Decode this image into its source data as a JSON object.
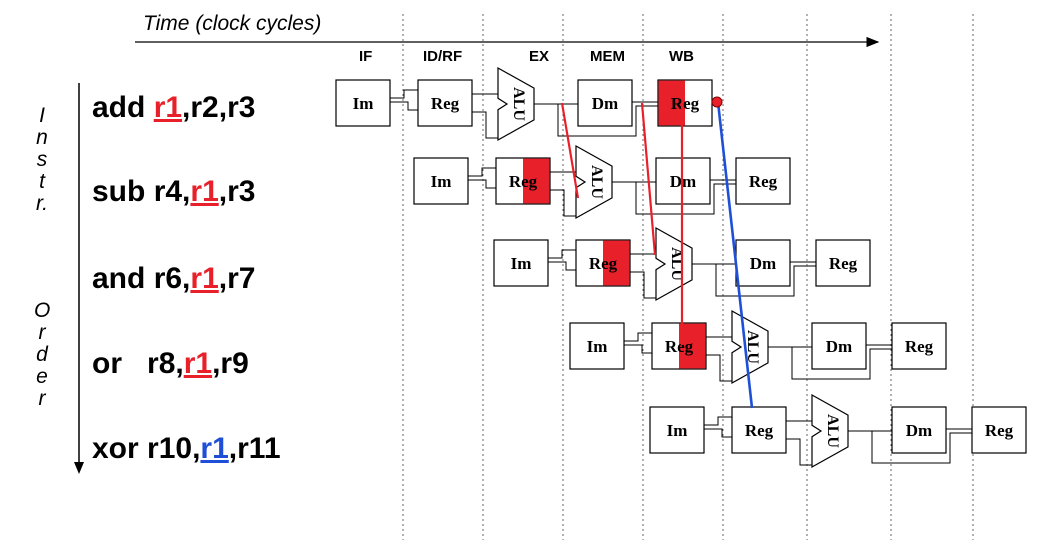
{
  "axis": {
    "time_label": "Time (clock cycles)"
  },
  "stage_labels": [
    "IF",
    "ID/RF",
    "EX",
    "MEM",
    "WB"
  ],
  "side_label": [
    "I",
    "n",
    "s",
    "t",
    "r.",
    "",
    "O",
    "r",
    "d",
    "e",
    "r"
  ],
  "block_labels": {
    "im": "Im",
    "reg": "Reg",
    "alu": "ALU",
    "dm": "Dm"
  },
  "instructions": [
    {
      "op": "add",
      "pre": "",
      "reg": "r1",
      "post": ",r2,r3",
      "reg_color": "#e8202a"
    },
    {
      "op": "sub",
      "pre": "r4,",
      "reg": "r1",
      "post": ",r3",
      "reg_color": "#e8202a"
    },
    {
      "op": "and",
      "pre": "r6,",
      "reg": "r1",
      "post": ",r7",
      "reg_color": "#e8202a"
    },
    {
      "op": "or",
      "pre": "r8,",
      "reg": "r1",
      "post": ",r9",
      "reg_color": "#e8202a"
    },
    {
      "op": "xor",
      "pre": "r10,",
      "reg": "r1",
      "post": ",r11",
      "reg_color": "#1f4fd6"
    }
  ],
  "colors": {
    "hazard": "#e8202a",
    "forward": "#1f4fd6",
    "grid": "#666666"
  }
}
